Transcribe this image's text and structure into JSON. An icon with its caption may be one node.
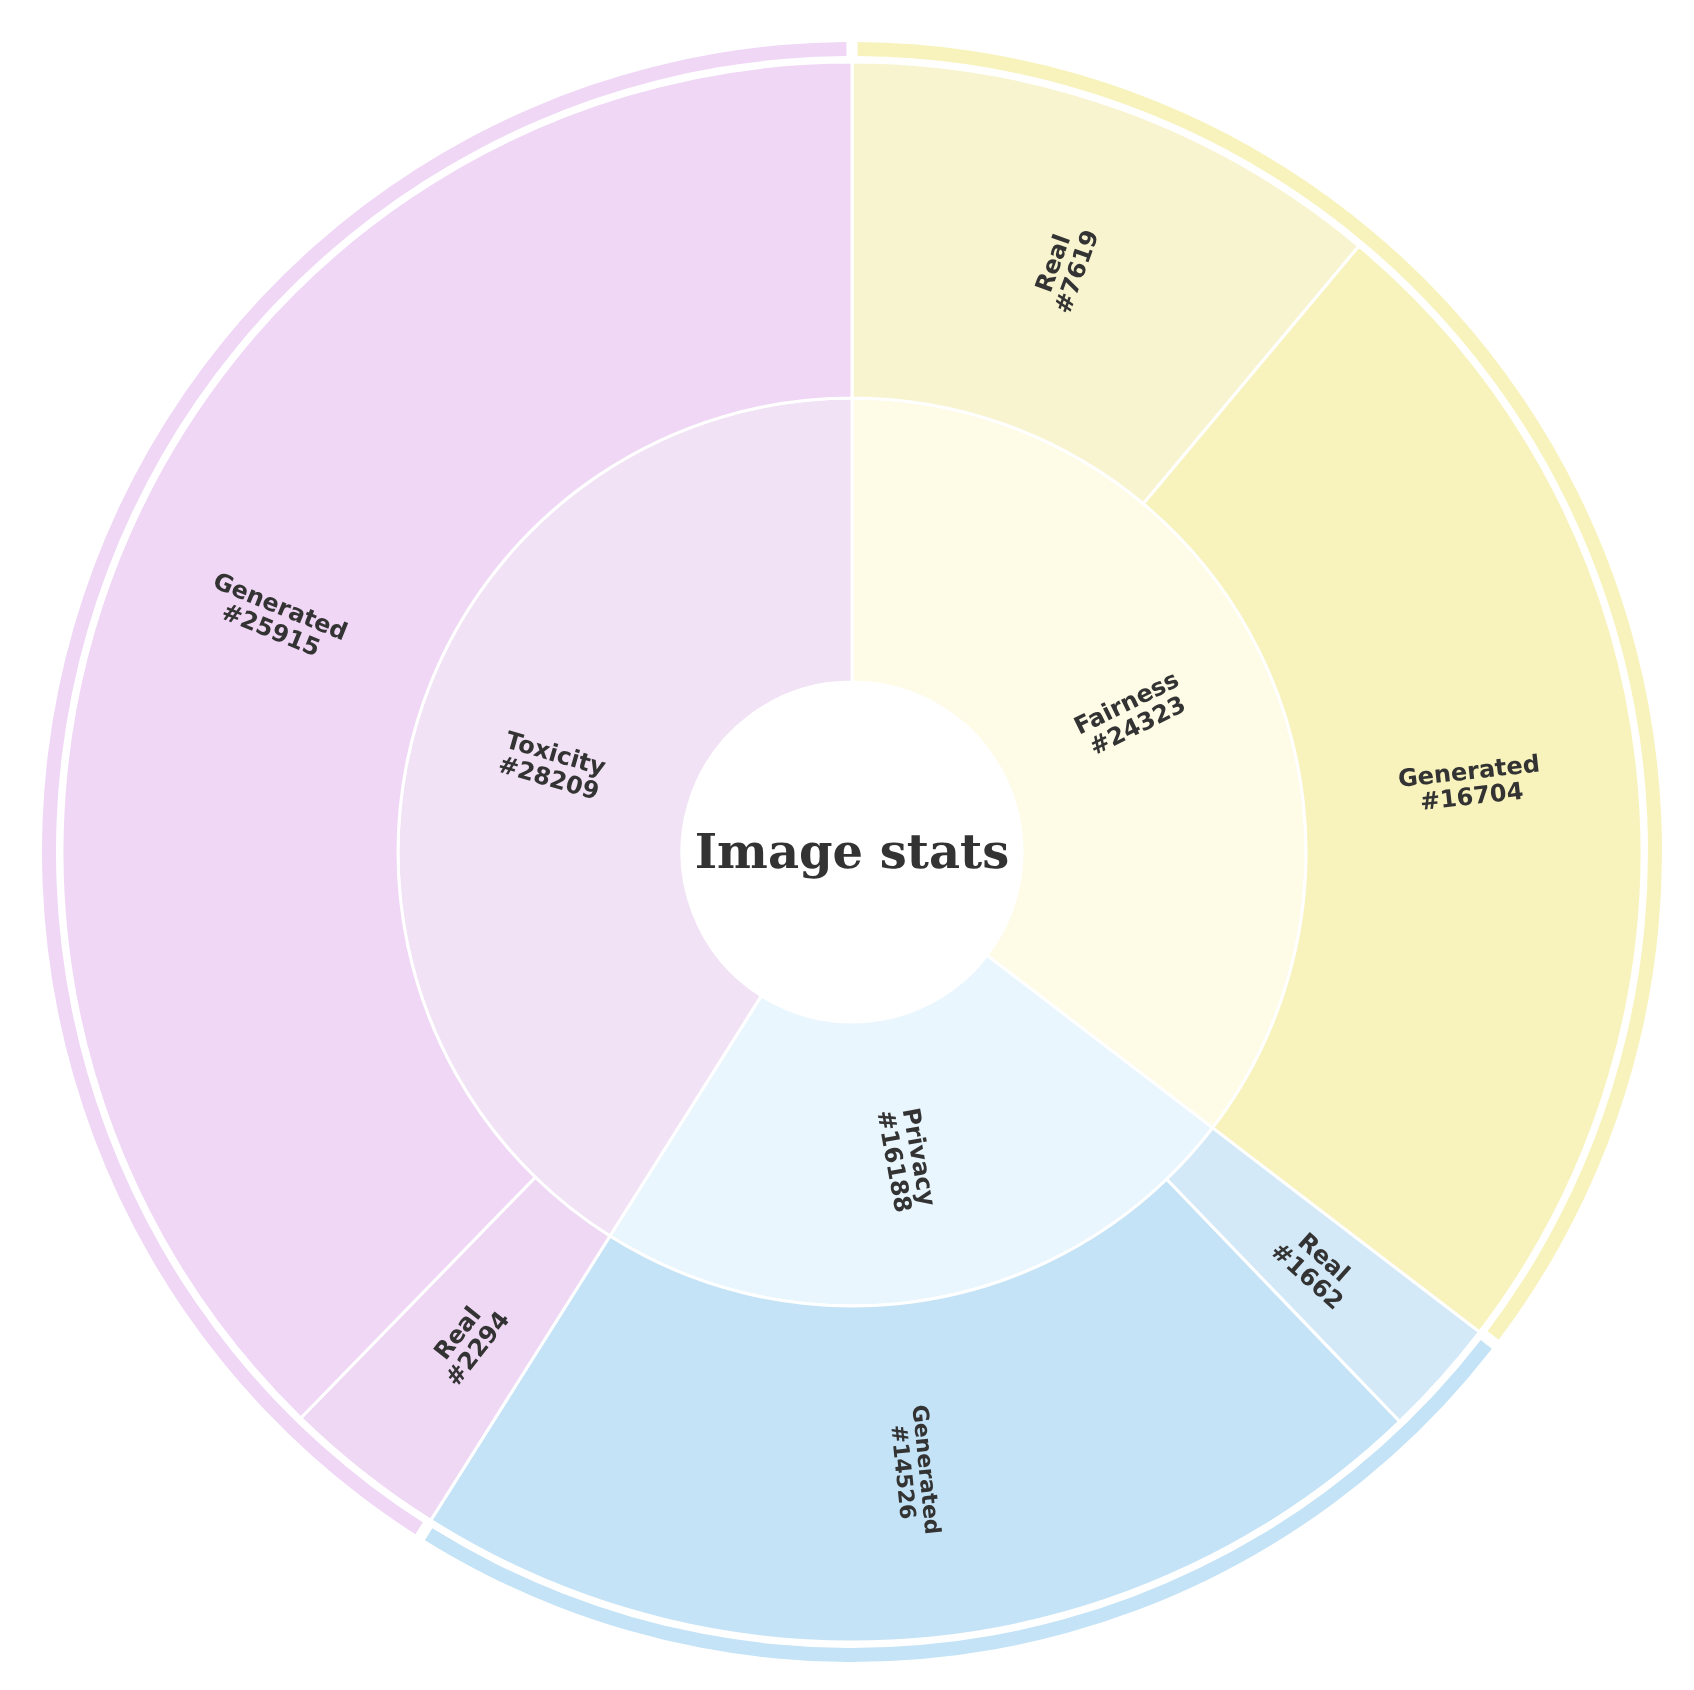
{
  "diagram": {
    "title": "Image stats",
    "nodes": [
      {
        "text": [
          "Fairness #24323"
        ]
      },
      {
        "text": [
          "Privacy #16188"
        ]
      },
      {
        "text": [
          "Toxicity #28209"
        ]
      },
      {
        "text": [
          "Real #7619"
        ]
      },
      {
        "text": [
          "Generated #16704"
        ]
      },
      {
        "text": [
          "Real #1662"
        ]
      },
      {
        "text": [
          "Generated #14526"
        ]
      },
      {
        "text": [
          "Real #2294"
        ]
      },
      {
        "text": [
          "Generated #25915"
        ]
      }
    ]
  }
}
